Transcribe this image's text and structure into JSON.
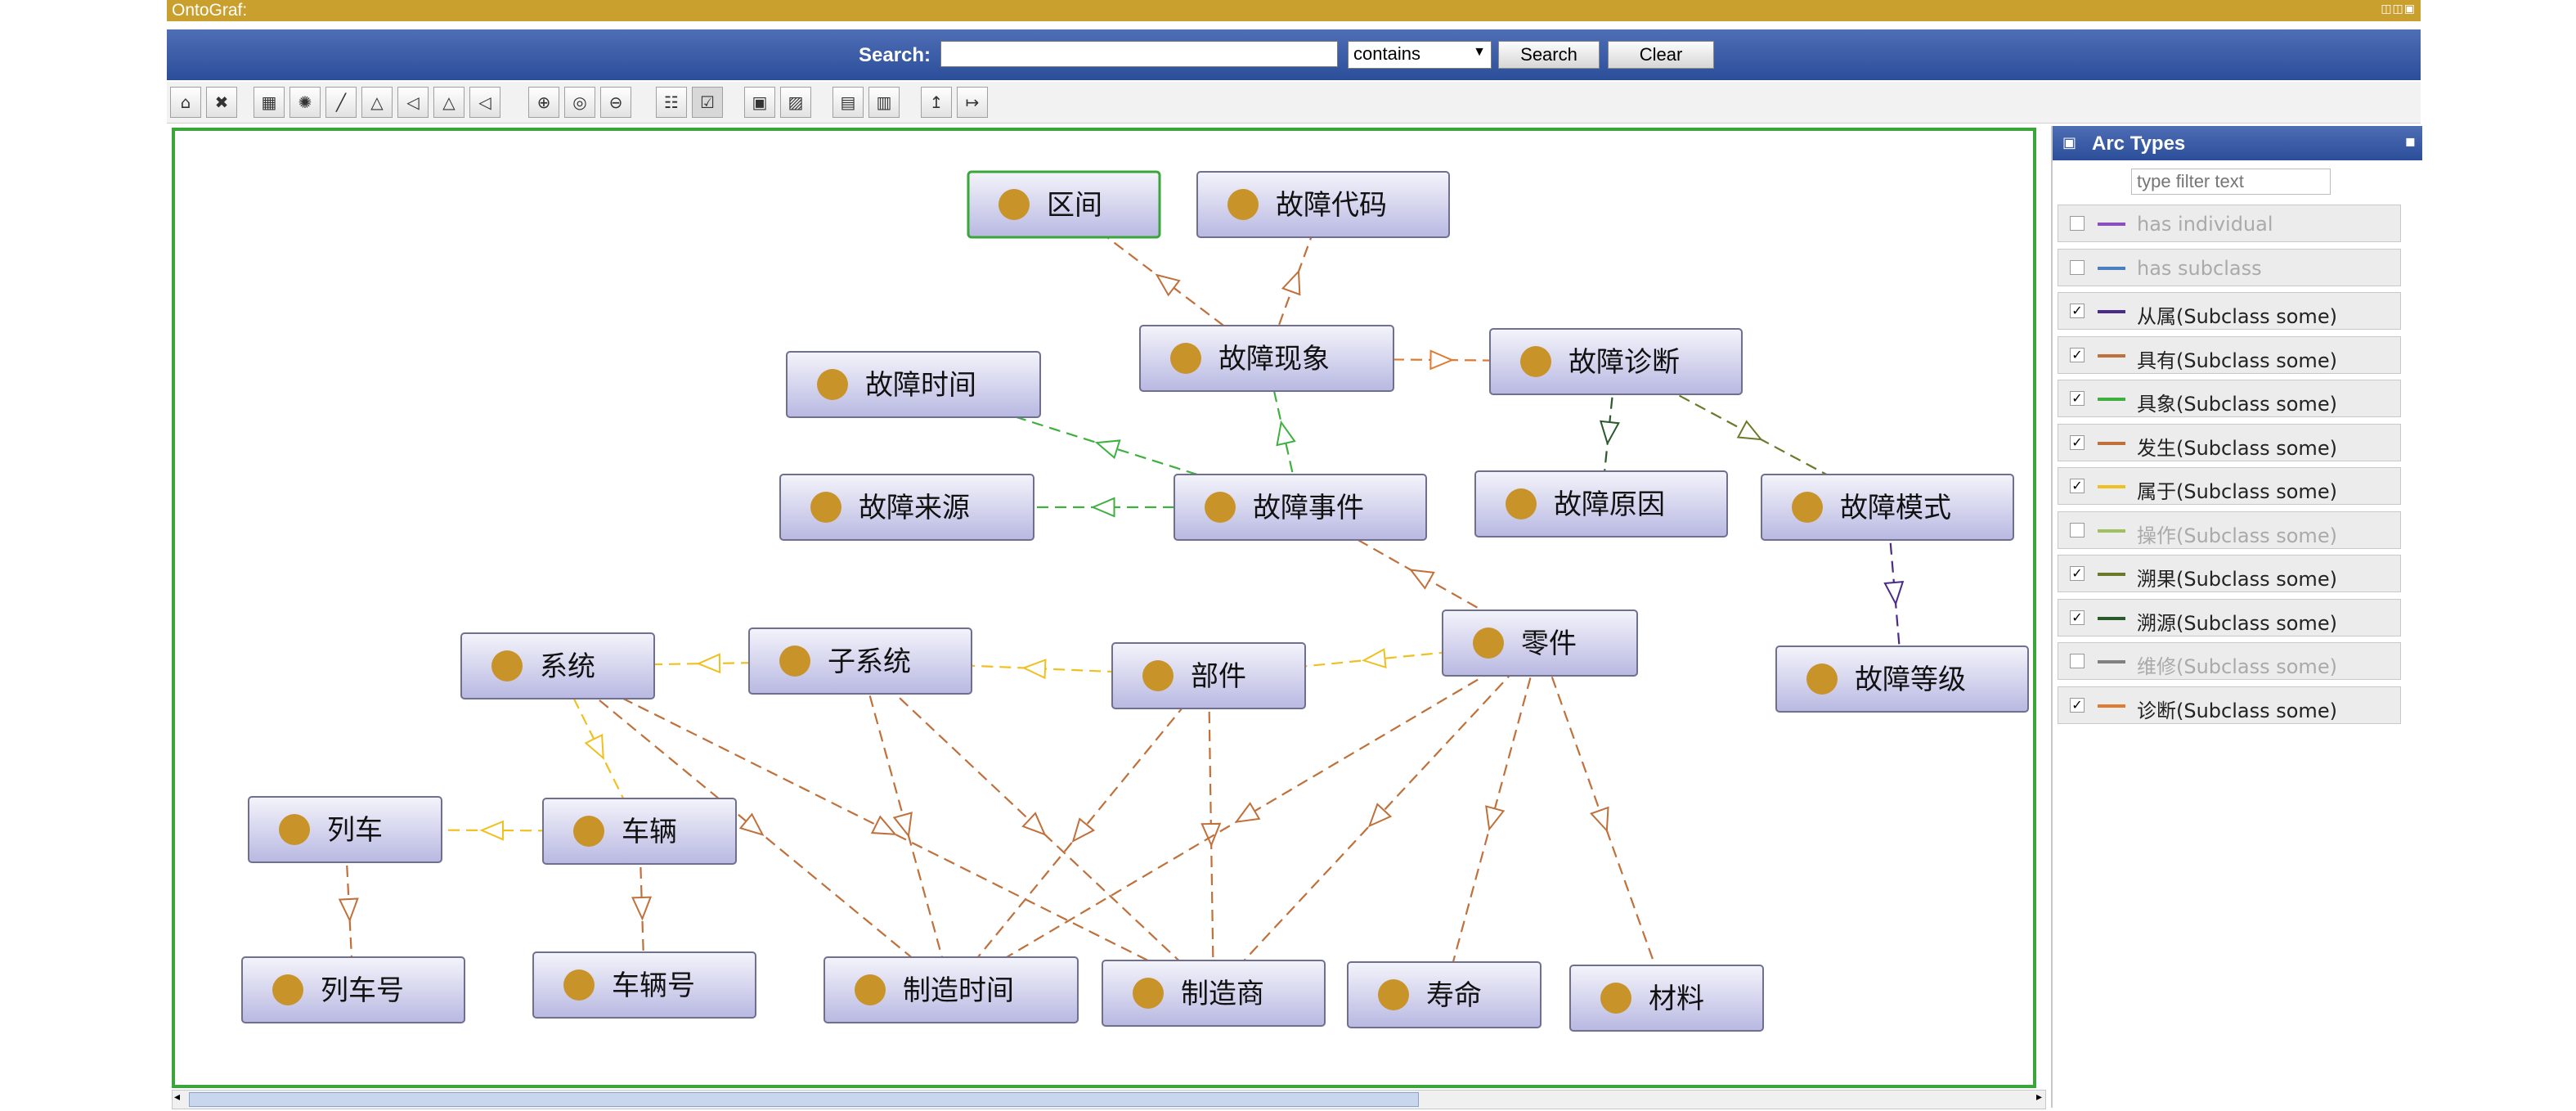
{
  "app": {
    "title": "OntoGraf:",
    "window_controls": "◫◫▣"
  },
  "search": {
    "label": "Search:",
    "value": "",
    "placeholder": "",
    "mode": "contains",
    "search_button": "Search",
    "clear_button": "Clear"
  },
  "toolbar": {
    "buttons": [
      {
        "name": "home-icon",
        "glyph": "⌂"
      },
      {
        "name": "remove-icon",
        "glyph": "✖"
      },
      {
        "name": "grid-layout-icon",
        "glyph": "▦"
      },
      {
        "name": "radial-layout-icon",
        "glyph": "✺"
      },
      {
        "name": "spring-layout-icon",
        "glyph": "╱"
      },
      {
        "name": "tree-vertical-icon",
        "glyph": "△"
      },
      {
        "name": "tree-horizontal-icon",
        "glyph": "◁"
      },
      {
        "name": "vertical-directed-icon",
        "glyph": "△"
      },
      {
        "name": "horizontal-directed-icon",
        "glyph": "◁"
      },
      {
        "name": "zoom-in-icon",
        "glyph": "⊕"
      },
      {
        "name": "zoom-fit-icon",
        "glyph": "◎"
      },
      {
        "name": "zoom-out-icon",
        "glyph": "⊖"
      },
      {
        "name": "node-tooltip-icon",
        "glyph": "☷"
      },
      {
        "name": "arc-labels-icon",
        "glyph": "☑"
      },
      {
        "name": "screenshot-icon",
        "glyph": "▣"
      },
      {
        "name": "export-icon",
        "glyph": "▨"
      },
      {
        "name": "save-icon",
        "glyph": "▤"
      },
      {
        "name": "open-icon",
        "glyph": "▥"
      },
      {
        "name": "import-icon",
        "glyph": "↥"
      },
      {
        "name": "export-graph-icon",
        "glyph": "↦"
      }
    ]
  },
  "arc_panel": {
    "title": "Arc Types",
    "filter_placeholder": "type filter text",
    "items": [
      {
        "label": "has individual",
        "color": "#8a4fbf",
        "checked": false,
        "dim": true
      },
      {
        "label": "has subclass",
        "color": "#4a7fc1",
        "checked": false,
        "dim": true
      },
      {
        "label": "从属(Subclass some)",
        "color": "#4a2a8a",
        "checked": true,
        "dim": false
      },
      {
        "label": "具有(Subclass some)",
        "color": "#c0703a",
        "checked": true,
        "dim": false
      },
      {
        "label": "具象(Subclass some)",
        "color": "#3fb03f",
        "checked": true,
        "dim": false
      },
      {
        "label": "发生(Subclass some)",
        "color": "#c0703a",
        "checked": true,
        "dim": false
      },
      {
        "label": "属于(Subclass some)",
        "color": "#f0c020",
        "checked": true,
        "dim": false
      },
      {
        "label": "操作(Subclass some)",
        "color": "#a0c060",
        "checked": false,
        "dim": true
      },
      {
        "label": "溯果(Subclass some)",
        "color": "#6b7a2a",
        "checked": true,
        "dim": false
      },
      {
        "label": "溯源(Subclass some)",
        "color": "#2a5a2a",
        "checked": true,
        "dim": false
      },
      {
        "label": "维修(Subclass some)",
        "color": "#808080",
        "checked": false,
        "dim": true
      },
      {
        "label": "诊断(Subclass some)",
        "color": "#e07a30",
        "checked": true,
        "dim": false
      }
    ]
  },
  "graph": {
    "colors": {
      "node_dot": "#c8942a",
      "node_fill_top": "#f4f4fb",
      "node_fill_bottom": "#b8b8e2",
      "node_border": "#6f6f90",
      "selected_border": "#3aa63a",
      "canvas_border": "#3aa63a"
    },
    "nodes": [
      {
        "id": "n-qujian",
        "label": "区间",
        "selected": true
      },
      {
        "id": "n-daima",
        "label": "故障代码"
      },
      {
        "id": "n-xianxiang",
        "label": "故障现象"
      },
      {
        "id": "n-zhenduan",
        "label": "故障诊断"
      },
      {
        "id": "n-shijian",
        "label": "故障时间"
      },
      {
        "id": "n-laiyuan",
        "label": "故障来源"
      },
      {
        "id": "n-shijian2",
        "label": "故障事件"
      },
      {
        "id": "n-yuanyin",
        "label": "故障原因"
      },
      {
        "id": "n-moshi",
        "label": "故障模式"
      },
      {
        "id": "n-xitong",
        "label": "系统"
      },
      {
        "id": "n-zixitong",
        "label": "子系统"
      },
      {
        "id": "n-bujian",
        "label": "部件"
      },
      {
        "id": "n-lingjian",
        "label": "零件"
      },
      {
        "id": "n-dengji",
        "label": "故障等级"
      },
      {
        "id": "n-lieche",
        "label": "列车"
      },
      {
        "id": "n-cheliang",
        "label": "车辆"
      },
      {
        "id": "n-liechehao",
        "label": "列车号"
      },
      {
        "id": "n-cheliianghao",
        "label": "车辆号"
      },
      {
        "id": "n-zhizaoshijian",
        "label": "制造时间"
      },
      {
        "id": "n-zhizaoshang",
        "label": "制造商"
      },
      {
        "id": "n-shouming",
        "label": "寿命"
      },
      {
        "id": "n-cailiao",
        "label": "材料"
      }
    ],
    "edges": [
      {
        "from": "n-xianxiang",
        "to": "n-qujian",
        "color": "#c0703a"
      },
      {
        "from": "n-xianxiang",
        "to": "n-daima",
        "color": "#c0703a"
      },
      {
        "from": "n-xianxiang",
        "to": "n-zhenduan",
        "color": "#e07a30"
      },
      {
        "from": "n-zhenduan",
        "to": "n-yuanyin",
        "color": "#2a5a2a"
      },
      {
        "from": "n-zhenduan",
        "to": "n-moshi",
        "color": "#6b7a2a"
      },
      {
        "from": "n-shijian2",
        "to": "n-shijian",
        "color": "#3fb03f"
      },
      {
        "from": "n-shijian2",
        "to": "n-laiyuan",
        "color": "#3fb03f"
      },
      {
        "from": "n-shijian2",
        "to": "n-xianxiang",
        "color": "#3fb03f"
      },
      {
        "from": "n-lingjian",
        "to": "n-shijian2",
        "color": "#c0703a"
      },
      {
        "from": "n-moshi",
        "to": "n-dengji",
        "color": "#4a2a8a"
      },
      {
        "from": "n-lingjian",
        "to": "n-bujian",
        "color": "#f0c020"
      },
      {
        "from": "n-bujian",
        "to": "n-zixitong",
        "color": "#f0c020"
      },
      {
        "from": "n-zixitong",
        "to": "n-xitong",
        "color": "#f0c020"
      },
      {
        "from": "n-xitong",
        "to": "n-cheliang",
        "color": "#f0c020"
      },
      {
        "from": "n-cheliang",
        "to": "n-lieche",
        "color": "#f0c020"
      },
      {
        "from": "n-lieche",
        "to": "n-liechehao",
        "color": "#c0703a"
      },
      {
        "from": "n-cheliang",
        "to": "n-cheliianghao",
        "color": "#c0703a"
      },
      {
        "from": "n-xitong",
        "to": "n-zhizaoshijian",
        "color": "#c0703a"
      },
      {
        "from": "n-xitong",
        "to": "n-zhizaoshang",
        "color": "#c0703a"
      },
      {
        "from": "n-zixitong",
        "to": "n-zhizaoshijian",
        "color": "#c0703a"
      },
      {
        "from": "n-zixitong",
        "to": "n-zhizaoshang",
        "color": "#c0703a"
      },
      {
        "from": "n-bujian",
        "to": "n-zhizaoshijian",
        "color": "#c0703a"
      },
      {
        "from": "n-bujian",
        "to": "n-zhizaoshang",
        "color": "#c0703a"
      },
      {
        "from": "n-lingjian",
        "to": "n-zhizaoshijian",
        "color": "#c0703a"
      },
      {
        "from": "n-lingjian",
        "to": "n-zhizaoshang",
        "color": "#c0703a"
      },
      {
        "from": "n-lingjian",
        "to": "n-shouming",
        "color": "#c0703a"
      },
      {
        "from": "n-lingjian",
        "to": "n-cailiao",
        "color": "#c0703a"
      }
    ]
  }
}
